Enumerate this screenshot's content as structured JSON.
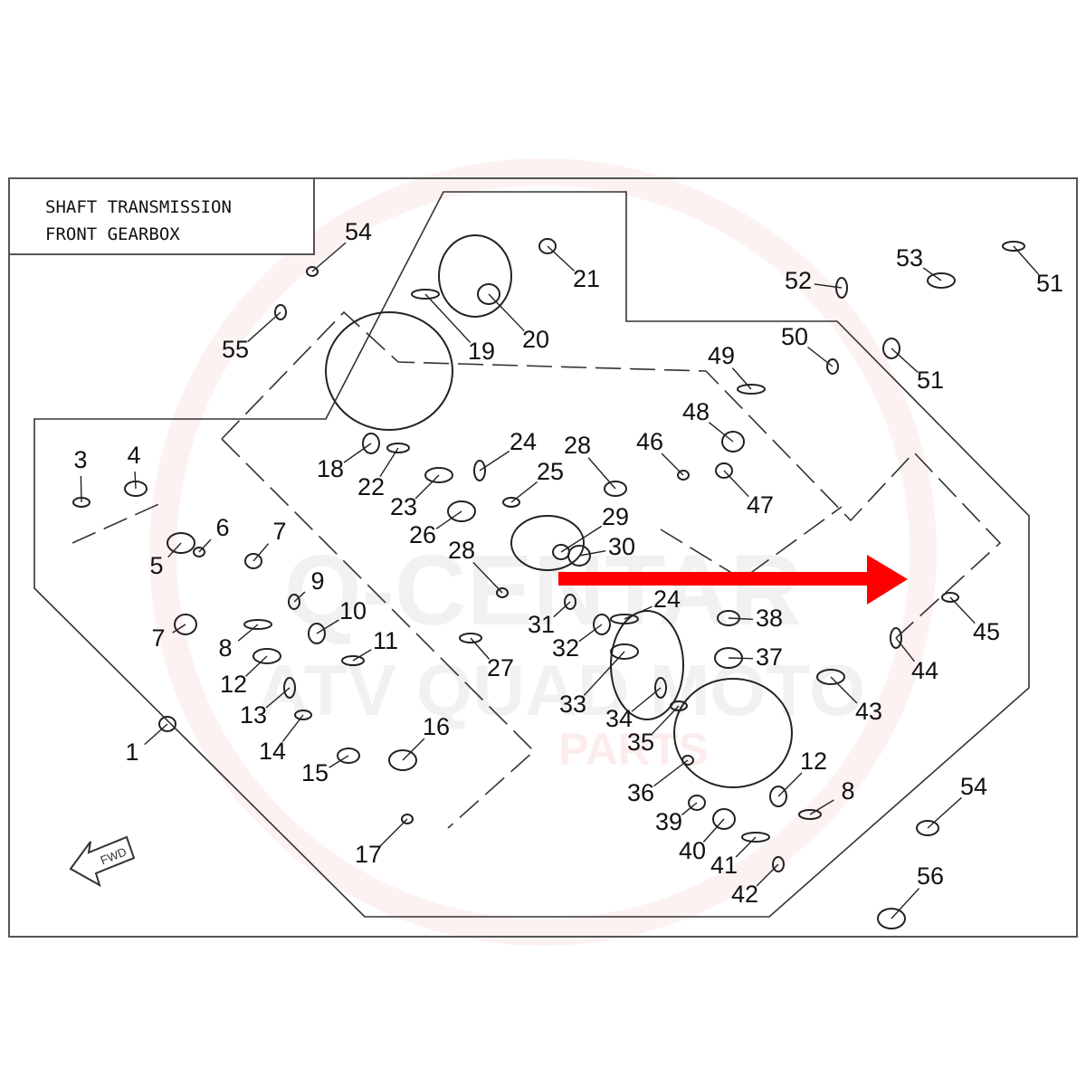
{
  "title": {
    "line1": "SHAFT TRANSMISSION",
    "line2": "FRONT GEARBOX"
  },
  "watermark": {
    "line1": "Q-CENTAR",
    "line2": "ATV QUAD MOTO",
    "line3": "PARTS"
  },
  "fwd_label": "FWD",
  "highlight_arrow": {
    "color": "#ff0000",
    "points_to_part": "45"
  },
  "callouts": [
    "54",
    "21",
    "20",
    "19",
    "55",
    "18",
    "22",
    "23",
    "24",
    "25",
    "28",
    "26",
    "28",
    "29",
    "30",
    "24",
    "31",
    "32",
    "27",
    "33",
    "34",
    "35",
    "38",
    "37",
    "36",
    "39",
    "40",
    "41",
    "42",
    "12",
    "8",
    "43",
    "44",
    "45",
    "54",
    "56",
    "46",
    "47",
    "48",
    "49",
    "50",
    "51",
    "51",
    "53",
    "52",
    "3",
    "4",
    "5",
    "6",
    "7",
    "7",
    "8",
    "9",
    "10",
    "11",
    "12",
    "13",
    "14",
    "15",
    "16",
    "17",
    "1"
  ]
}
